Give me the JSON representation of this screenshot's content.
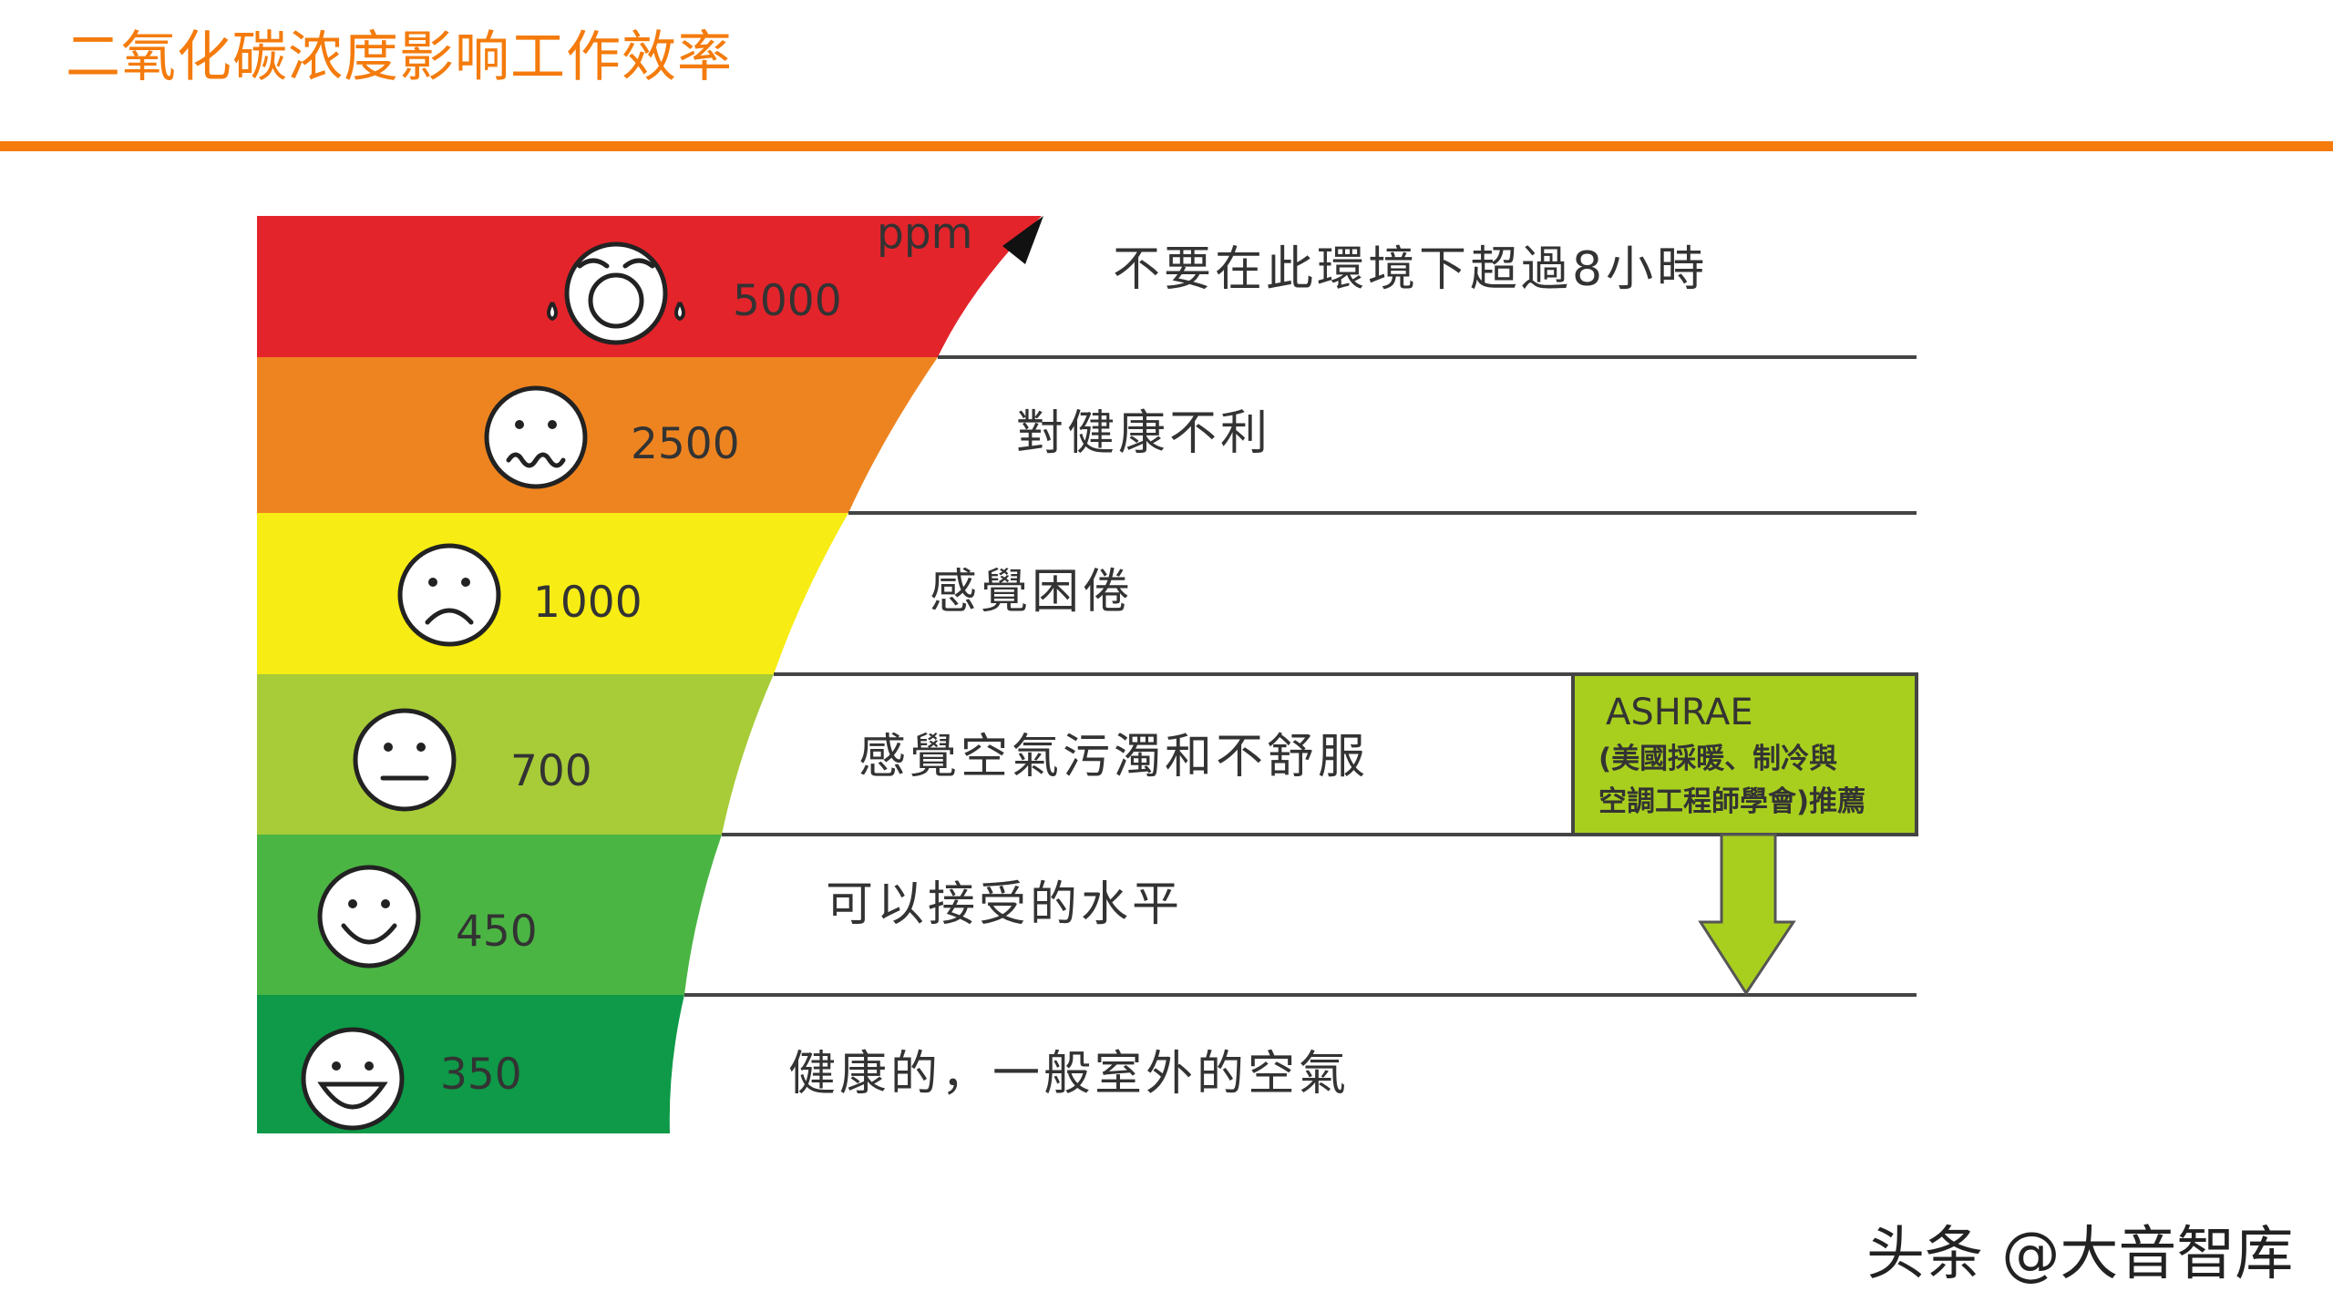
{
  "title": "二氧化碳浓度影响工作效率",
  "unit": "ppm",
  "levels": [
    {
      "ppm": "5000",
      "face": "crying-face-icon",
      "color": "#e3242b",
      "description": "不要在此環境下超過8小時"
    },
    {
      "ppm": "2500",
      "face": "queasy-face-icon",
      "color": "#ee8420",
      "description": "對健康不利"
    },
    {
      "ppm": "1000",
      "face": "sad-face-icon",
      "color": "#f7ec13",
      "description": "感覺困倦"
    },
    {
      "ppm": "700",
      "face": "neutral-face-icon",
      "color": "#a7cc38",
      "description": "感覺空氣污濁和不舒服"
    },
    {
      "ppm": "450",
      "face": "smile-face-icon",
      "color": "#4bb543",
      "description": "可以接受的水平"
    },
    {
      "ppm": "350",
      "face": "grin-face-icon",
      "color": "#0e9a48",
      "description": "健康的，一般室外的空氣"
    }
  ],
  "ashrae": {
    "name": "ASHRAE",
    "line1": "(美國採暖、制冷與",
    "line2": "空調工程師學會)推薦",
    "color": "#a8cf1e"
  },
  "watermark": "头条 @大音智库",
  "accent": "#f47b0c"
}
